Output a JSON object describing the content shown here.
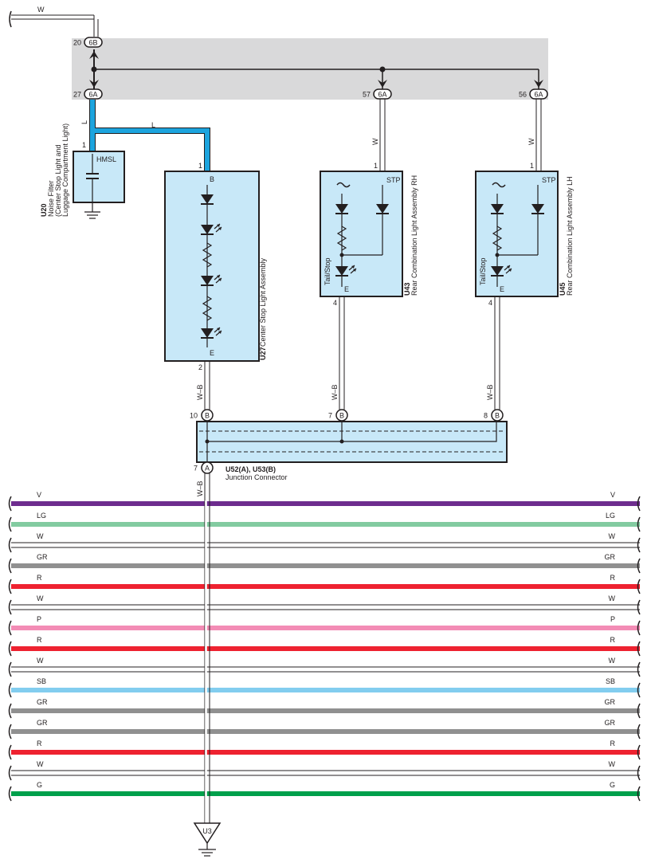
{
  "colors": {
    "V": "#6d2c8e",
    "LG": "#82cba0",
    "W": "#ffffff",
    "GR": "#909090",
    "R": "#ee2230",
    "P": "#f38cb5",
    "SB": "#82cdef",
    "G": "#00a04b",
    "L": "#1ca4de",
    "wire": "#231f20",
    "box_fill": "#c8e8f8",
    "connector_band": "#d9d9da"
  },
  "top_wire": {
    "label": "W"
  },
  "connector_band": {
    "pins": [
      {
        "num": "20",
        "code": "6B"
      },
      {
        "num": "27",
        "code": "6A"
      },
      {
        "num": "57",
        "code": "6A"
      },
      {
        "num": "56",
        "code": "6A"
      }
    ]
  },
  "components": {
    "u20": {
      "id": "U20",
      "name_lines": [
        "Noise Filter",
        "(Center Stop Light and",
        "Luggage Compartment Light)"
      ],
      "inner_label": "HMSL",
      "pin": "1",
      "wire_label": "L"
    },
    "u27": {
      "id": "U27",
      "name": "Center Stop Light Assembly",
      "pins": {
        "top": "1",
        "bottom": "2"
      },
      "terminals": {
        "top": "B",
        "bottom": "E"
      },
      "wire_label_top": "L",
      "wire_label_bottom": "W–B"
    },
    "u43": {
      "id": "U43",
      "name": "Rear Combination Light Assembly RH",
      "pins": {
        "top": "1",
        "bottom": "4"
      },
      "terminals": {
        "stp": "STP",
        "e": "E",
        "tail": "Tail/Stop"
      },
      "wire_label_top": "W",
      "wire_label_bottom": "W–B"
    },
    "u45": {
      "id": "U45",
      "name": "Rear Combination Light Assembly LH",
      "pins": {
        "top": "1",
        "bottom": "4"
      },
      "terminals": {
        "stp": "STP",
        "e": "E",
        "tail": "Tail/Stop"
      },
      "wire_label_top": "W",
      "wire_label_bottom": "W–B"
    }
  },
  "junction": {
    "title": "U52(A), U53(B)",
    "subtitle": "Junction Connector",
    "pins": [
      {
        "num": "10",
        "code": "B"
      },
      {
        "num": "7",
        "code": "B"
      },
      {
        "num": "8",
        "code": "B"
      },
      {
        "num": "7",
        "code": "A"
      }
    ],
    "down_wire_label": "W–B"
  },
  "bus_wires": [
    "V",
    "LG",
    "W",
    "GR",
    "R",
    "W",
    "P",
    "R",
    "W",
    "SB",
    "GR",
    "GR",
    "R",
    "W",
    "G"
  ],
  "ground_point": {
    "label": "U3"
  }
}
